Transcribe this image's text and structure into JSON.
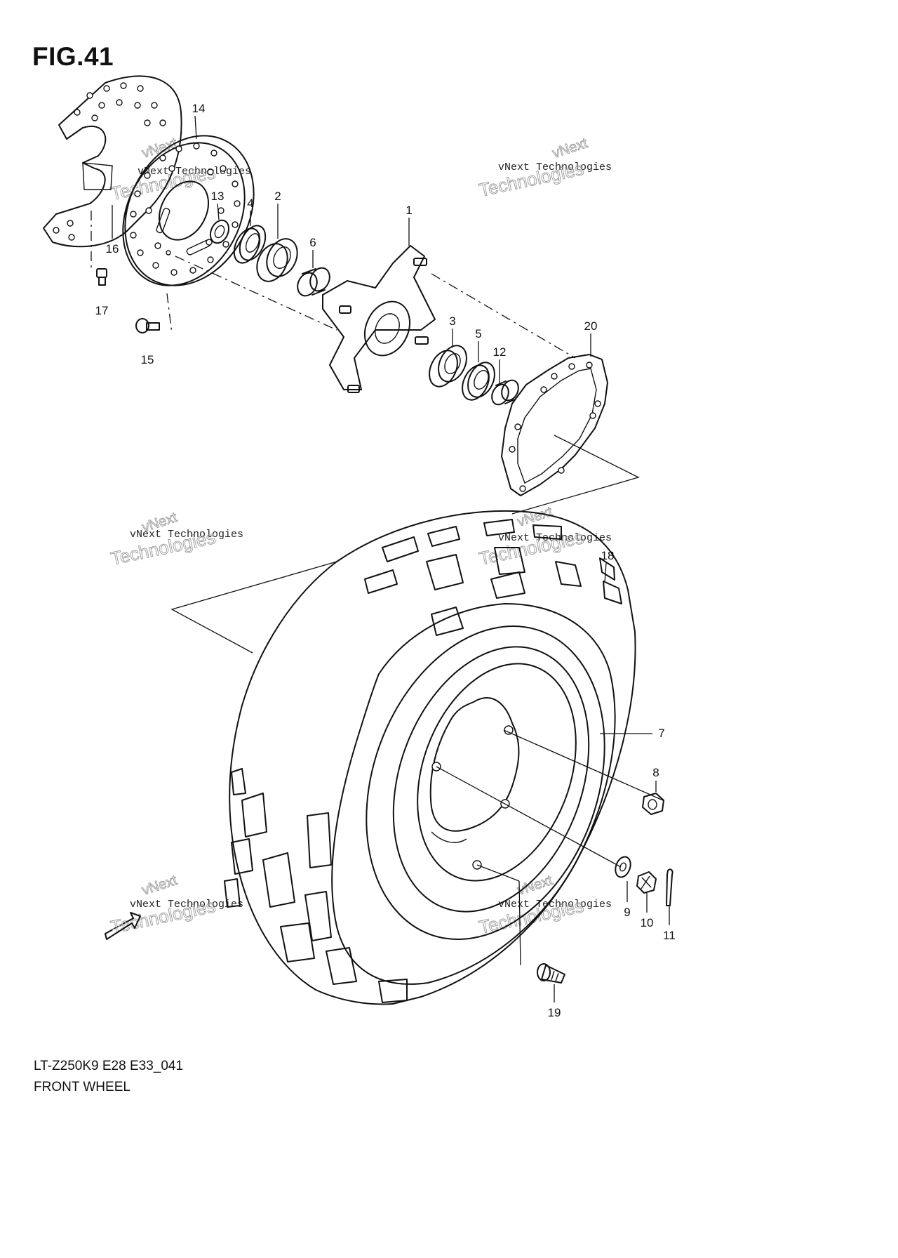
{
  "figure": {
    "title": "FIG.41",
    "model_code": "LT-Z250K9 E28 E33_041",
    "section_name": "FRONT WHEEL"
  },
  "watermark": {
    "line1": "vNext Technologies",
    "line2": "vNext",
    "line3": "Technologies"
  },
  "callouts": {
    "c1": "1",
    "c2": "2",
    "c3": "3",
    "c4": "4",
    "c5": "5",
    "c6": "6",
    "c7": "7",
    "c8": "8",
    "c9": "9",
    "c10": "10",
    "c11": "11",
    "c12": "12",
    "c13": "13",
    "c14": "14",
    "c15": "15",
    "c16": "16",
    "c17": "17",
    "c18": "18",
    "c19": "19",
    "c20": "20"
  },
  "badge": {
    "label": "FWD"
  }
}
